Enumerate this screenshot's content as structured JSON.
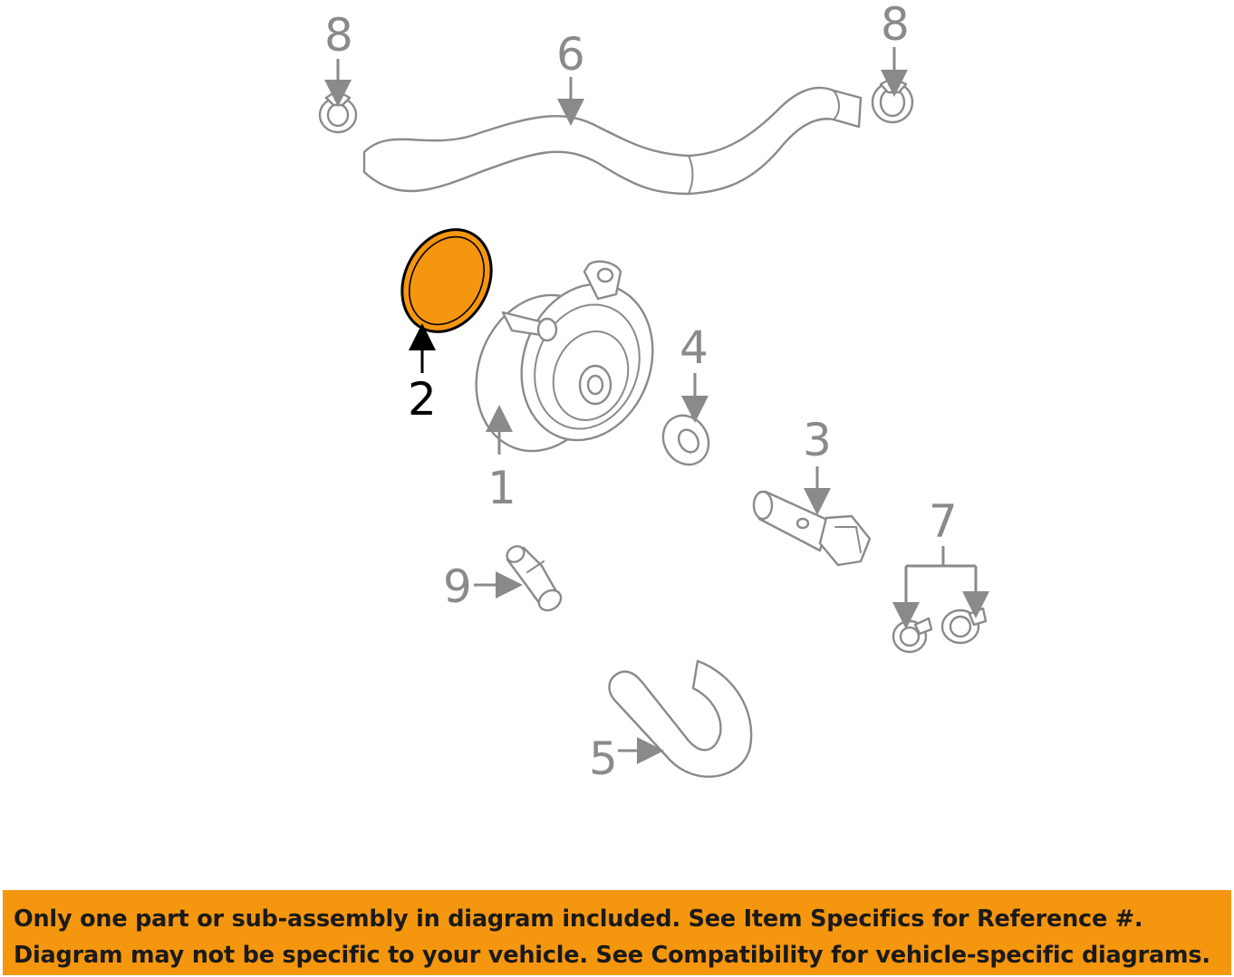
{
  "colors": {
    "highlight_part": "#f5960f",
    "line_gray": "#8a8a8a",
    "highlight_text": "#000000",
    "banner_bg": "#f5960f"
  },
  "callouts": {
    "c1": "1",
    "c2": "2",
    "c3": "3",
    "c4": "4",
    "c5": "5",
    "c6": "6",
    "c7": "7",
    "c8_left": "8",
    "c8_right": "8",
    "c9": "9"
  },
  "highlighted_callout": "2",
  "banner": {
    "line1": "Only one part or sub-assembly in diagram included. See Item Specifics for Reference #.",
    "line2": "Diagram may not be specific to your vehicle. See Compatibility for vehicle-specific diagrams."
  }
}
